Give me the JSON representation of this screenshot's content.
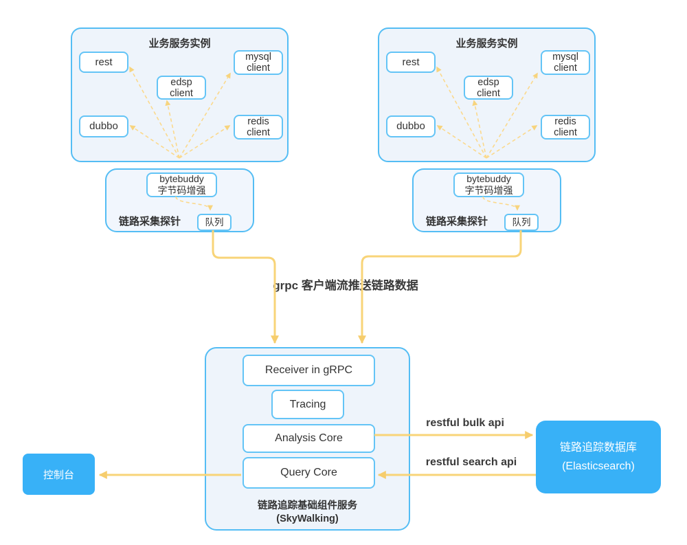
{
  "colors": {
    "panel_border": "#54bdf4",
    "panel_fill": "#eef4fb",
    "node_border": "#63c4f6",
    "solid_blue": "#38b1f7",
    "arrow_solid": "#f8d478",
    "arrow_dashed": "#fbd98c",
    "text_dark": "#333333",
    "text_white": "#ffffff"
  },
  "service_instance": {
    "title": "业务服务实例",
    "nodes": {
      "rest": "rest",
      "edsp": "edsp\nclient",
      "mysql": "mysql\nclient",
      "dubbo": "dubbo",
      "redis": "redis\nclient"
    }
  },
  "probe": {
    "label": "链路采集探针",
    "bytebuddy": "bytebuddy\n字节码增强",
    "queue": "队列"
  },
  "labels": {
    "grpc": "grpc 客户端流推送链路数据",
    "bulk_api": "restful bulk api",
    "search_api": "restful search api"
  },
  "skywalking": {
    "receiver": "Receiver in gRPC",
    "tracing": "Tracing",
    "analysis": "Analysis Core",
    "query": "Query Core",
    "caption": "链路追踪基础组件服务\n(SkyWalking)"
  },
  "elasticsearch": {
    "label": "链路追踪数据库\n(Elasticsearch)"
  },
  "console": {
    "label": "控制台"
  }
}
